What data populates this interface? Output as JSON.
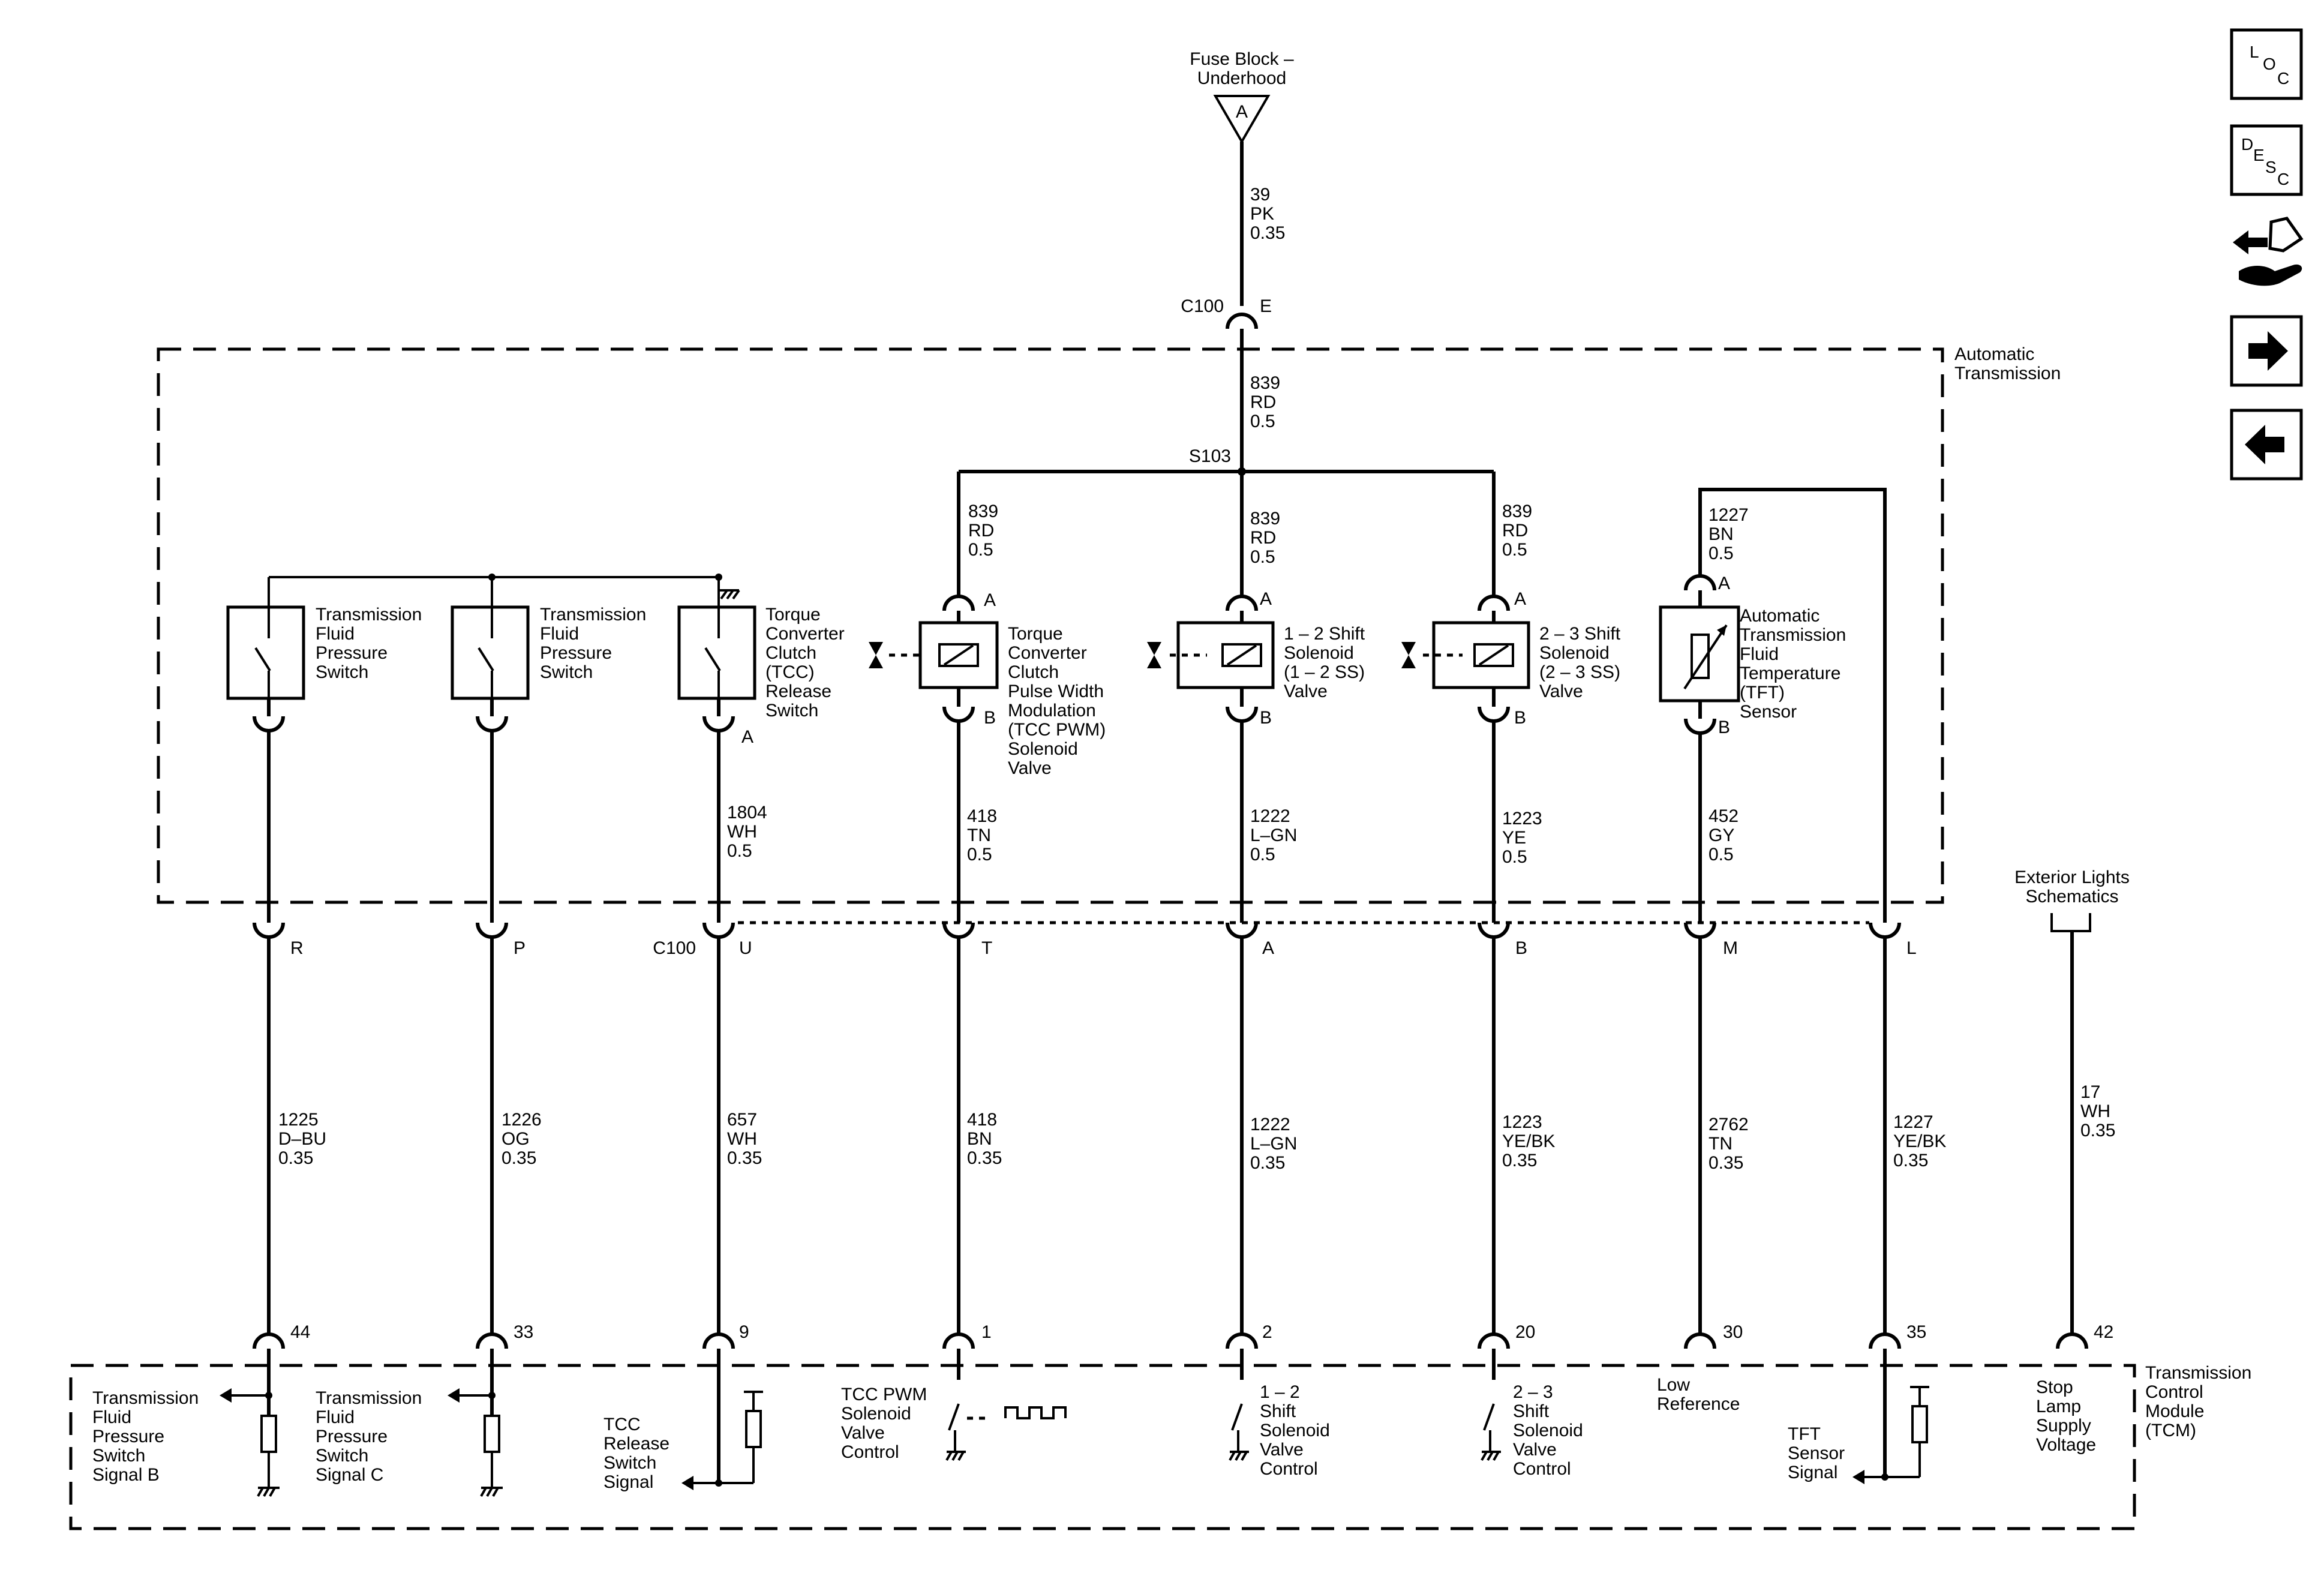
{
  "fuse_block": {
    "line1": "Fuse Block –",
    "line2": "Underhood",
    "letter": "A"
  },
  "feed_wire": [
    "39",
    "PK",
    "0.35"
  ],
  "c100_top": {
    "name": "C100",
    "pin": "E"
  },
  "splice_wire": [
    "839",
    "RD",
    "0.5"
  ],
  "splice": "S103",
  "module_labels": {
    "auto_trans": [
      "Automatic",
      "Transmission"
    ],
    "tcm": [
      "Transmission",
      "Control",
      "Module",
      "(TCM)"
    ],
    "ext_lights": [
      "Exterior Lights",
      "Schematics"
    ]
  },
  "feed_branches": [
    [
      "839",
      "RD",
      "0.5"
    ],
    [
      "839",
      "RD",
      "0.5"
    ],
    [
      "839",
      "RD",
      "0.5"
    ],
    [
      "1227",
      "BN",
      "0.5"
    ]
  ],
  "components": [
    {
      "lines": [
        "Transmission",
        "Fluid",
        "Pressure",
        "Switch"
      ]
    },
    {
      "lines": [
        "Transmission",
        "Fluid",
        "Pressure",
        "Switch"
      ]
    },
    {
      "lines": [
        "Torque",
        "Converter",
        "Clutch",
        "(TCC)",
        "Release",
        "Switch"
      ],
      "pin": "A"
    },
    {
      "lines": [
        "Torque",
        "Converter",
        "Clutch",
        "Pulse Width",
        "Modulation",
        "(TCC PWM)",
        "Solenoid",
        "Valve"
      ],
      "pinA": "A",
      "pinB": "B"
    },
    {
      "lines": [
        "1 – 2 Shift",
        "Solenoid",
        "(1 – 2 SS)",
        "Valve"
      ],
      "pinA": "A",
      "pinB": "B"
    },
    {
      "lines": [
        "2 – 3 Shift",
        "Solenoid",
        "(2 – 3 SS)",
        "Valve"
      ],
      "pinA": "A",
      "pinB": "B"
    },
    {
      "lines": [
        "Automatic",
        "Transmission",
        "Fluid",
        "Temperature",
        "(TFT)",
        "Sensor"
      ],
      "pinA": "A",
      "pinB": "B"
    }
  ],
  "mid_wires": [
    [
      "1804",
      "WH",
      "0.5"
    ],
    [
      "418",
      "TN",
      "0.5"
    ],
    [
      "1222",
      "L–GN",
      "0.5"
    ],
    [
      "1223",
      "YE",
      "0.5"
    ],
    [
      "452",
      "GY",
      "0.5"
    ]
  ],
  "c100_bottom": {
    "name": "C100",
    "pins": [
      "R",
      "P",
      "U",
      "T",
      "A",
      "B",
      "M",
      "L"
    ]
  },
  "lower_wires": [
    [
      "1225",
      "D–BU",
      "0.35"
    ],
    [
      "1226",
      "OG",
      "0.35"
    ],
    [
      "657",
      "WH",
      "0.35"
    ],
    [
      "418",
      "BN",
      "0.35"
    ],
    [
      "1222",
      "L–GN",
      "0.35"
    ],
    [
      "1223",
      "YE/BK",
      "0.35"
    ],
    [
      "2762",
      "TN",
      "0.35"
    ],
    [
      "1227",
      "YE/BK",
      "0.35"
    ],
    [
      "17",
      "WH",
      "0.35"
    ]
  ],
  "tcm_pins": [
    "44",
    "33",
    "9",
    "1",
    "2",
    "20",
    "30",
    "35",
    "42"
  ],
  "tcm_functions": [
    [
      "Transmission",
      "Fluid",
      "Pressure",
      "Switch",
      "Signal B"
    ],
    [
      "Transmission",
      "Fluid",
      "Pressure",
      "Switch",
      "Signal C"
    ],
    [
      "TCC",
      "Release",
      "Switch",
      "Signal"
    ],
    [
      "TCC PWM",
      "Solenoid",
      "Valve",
      "Control"
    ],
    [
      "1 – 2",
      "Shift",
      "Solenoid",
      "Valve",
      "Control"
    ],
    [
      "2 – 3",
      "Shift",
      "Solenoid",
      "Valve",
      "Control"
    ],
    [
      "Low",
      "Reference"
    ],
    [
      "TFT",
      "Sensor",
      "Signal"
    ],
    [
      "Stop",
      "Lamp",
      "Supply",
      "Voltage"
    ]
  ],
  "nav": {
    "loc": [
      "L",
      "O",
      "C"
    ],
    "desc": [
      "D",
      "E",
      "S",
      "C"
    ],
    "icons": [
      "connector-diagnostic-icon",
      "arrow-right-icon",
      "arrow-left-icon"
    ]
  }
}
